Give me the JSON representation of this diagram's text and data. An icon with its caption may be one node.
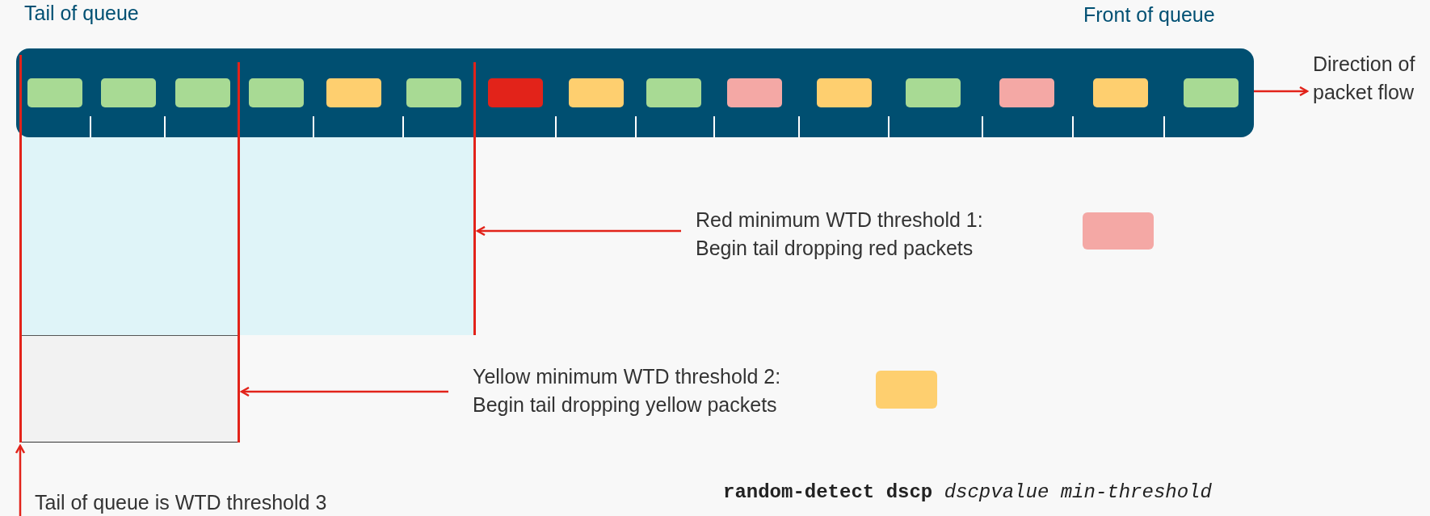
{
  "diagram": {
    "nodes": [
      {
        "text": [],
        "shape": "bar"
      },
      {
        "text": [],
        "shape": "box",
        "in": 0
      },
      {
        "text": [],
        "shape": "box",
        "in": 0
      },
      {
        "text": [],
        "shape": "box",
        "in": 0
      },
      {
        "text": [],
        "shape": "box",
        "in": 0
      },
      {
        "text": [],
        "shape": "box",
        "in": 0
      },
      {
        "text": [],
        "shape": "box",
        "in": 0
      },
      {
        "text": [],
        "shape": "box",
        "in": 0
      },
      {
        "text": [],
        "shape": "box",
        "in": 0
      },
      {
        "text": [],
        "shape": "box",
        "in": 0
      },
      {
        "text": [],
        "shape": "box",
        "in": 0
      },
      {
        "text": [],
        "shape": "box",
        "in": 0
      },
      {
        "text": [],
        "shape": "box",
        "in": 0
      },
      {
        "text": [],
        "shape": "box",
        "in": 0
      },
      {
        "text": [],
        "shape": "box",
        "in": 0
      },
      {
        "text": [],
        "shape": "box",
        "in": 0
      },
      {
        "text": [],
        "shape": "line"
      },
      {
        "text": [],
        "shape": "line"
      },
      {
        "text": [],
        "shape": "line"
      },
      {
        "text": [
          "Direction of packet flow"
        ]
      },
      {
        "text": [
          "Red minimum WTD threshold 1: Begin tail dropping red packets"
        ]
      },
      {
        "text": [],
        "shape": "box"
      },
      {
        "text": [
          "Yellow minimum WTD threshold 2: Begin tail dropping yellow packets"
        ]
      },
      {
        "text": [],
        "shape": "box"
      },
      {
        "text": [
          "Tail of queue is WTD threshold 3"
        ]
      },
      {
        "text": [],
        "shape": "box"
      },
      {
        "text": [],
        "shape": "box"
      }
    ],
    "edges": [
      {
        "from": 0,
        "to": 19,
        "arrow": "to"
      },
      {
        "from": 20,
        "to": 18,
        "arrow": "to"
      },
      {
        "from": 22,
        "to": 17,
        "arrow": "to"
      },
      {
        "from": 24,
        "to": 16,
        "arrow": "to"
      }
    ],
    "labels": [
      "Tail of queue",
      "Front of queue",
      "**random-detect dscp** *dscpvalue min-threshold*"
    ]
  }
}
